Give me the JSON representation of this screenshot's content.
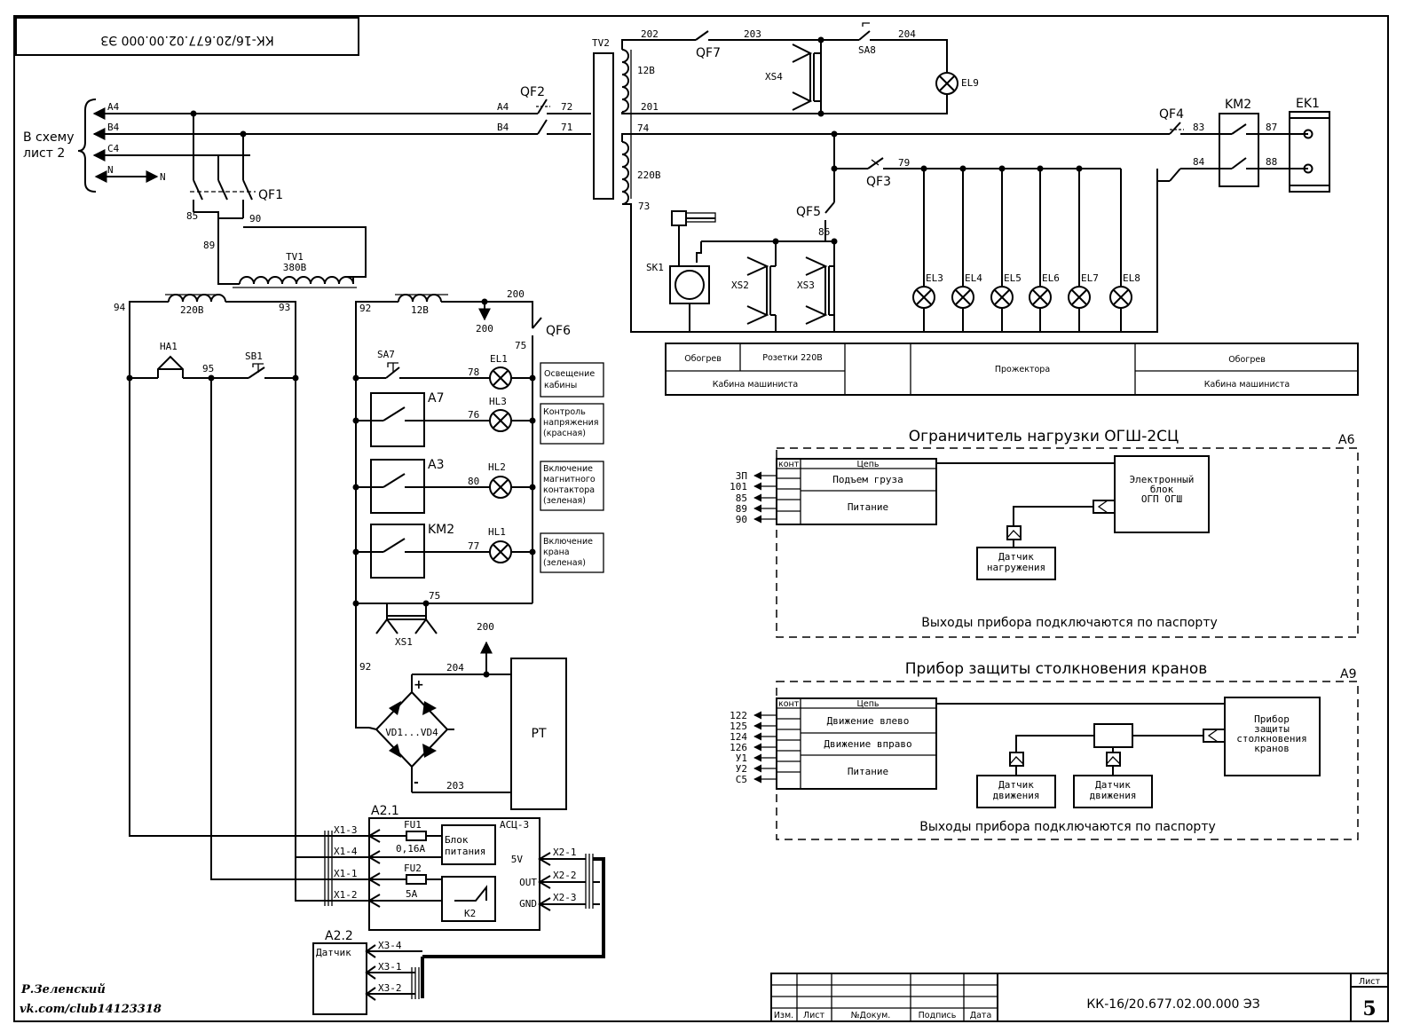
{
  "sheet": {
    "code": "КК-16/20.677.02.00.000 ЭЗ",
    "code_rotated": "КК-16/20.677.02.00.000 ЭЗ",
    "sheet_label": "Лист",
    "sheet_number": "5",
    "title_block": [
      "Изм.",
      "Лист",
      "№Докум.",
      "Подпись",
      "Дата"
    ],
    "author": "Р.Зеленский",
    "author_link": "vk.com/club14123318"
  },
  "left_bus": {
    "to_scheme": [
      "В схему",
      "лист 2"
    ],
    "wires": [
      "А4",
      "В4",
      "С4",
      "N"
    ],
    "wire_n_right": "N"
  },
  "components": {
    "QF1": "QF1",
    "QF2": "QF2",
    "QF3": "QF3",
    "QF4": "QF4",
    "QF5": "QF5",
    "QF6": "QF6",
    "QF7": "QF7",
    "TV1": "TV1",
    "TV1_v": "380В",
    "TV2": "TV2",
    "TV2_12": "12В",
    "TV2_220": "220В",
    "T220": "220В",
    "T12": "12В",
    "HA1": "HA1",
    "SB1": "SB1",
    "SA7": "SA7",
    "SA8": "SA8",
    "EL1": "EL1",
    "HL3": "HL3",
    "HL2": "HL2",
    "HL1": "HL1",
    "EL9": "EL9",
    "A7": "A7",
    "A3": "A3",
    "KM2": "KM2",
    "KM2_top": "KM2",
    "EK1": "EK1",
    "XS1": "XS1",
    "XS2": "XS2",
    "XS3": "XS3",
    "XS4": "XS4",
    "SK1": "SK1",
    "VD": "VD1...VD4",
    "PT": "PT",
    "EL3": "EL3",
    "EL4": "EL4",
    "EL5": "EL5",
    "EL6": "EL6",
    "EL7": "EL7",
    "EL8": "EL8",
    "plus": "+",
    "minus": "-"
  },
  "wire_numbers": {
    "w202": "202",
    "w203": "203",
    "w204": "204",
    "w201": "201",
    "w72": "72",
    "w71": "71",
    "a4": "А4",
    "b4": "В4",
    "w74": "74",
    "w73": "73",
    "w79": "79",
    "w86": "86",
    "w83": "83",
    "w84": "84",
    "w87": "87",
    "w88": "88",
    "w85": "85",
    "w90": "90",
    "w89": "89",
    "w94": "94",
    "w93": "93",
    "w92": "92",
    "w200": "200",
    "w200b": "200",
    "w75": "75",
    "w95": "95",
    "w78": "78",
    "w76": "76",
    "w80": "80",
    "w77": "77",
    "w75b": "75",
    "w92b": "92",
    "w204b": "204",
    "w203b": "203",
    "w200c": "200"
  },
  "lamp_notes": {
    "el1": [
      "Освещение",
      "кабины"
    ],
    "hl3": [
      "Контроль",
      "напряжения",
      "(красная)"
    ],
    "hl2": [
      "Включение",
      "магнитного",
      "контактора",
      "(зеленая)"
    ],
    "hl1": [
      "Включение",
      "крана",
      "(зеленая)"
    ]
  },
  "legend_table": {
    "heat1": "Обогрев",
    "sockets": "Розетки 220В",
    "cabin1": "Кабина машиниста",
    "spot": "Прожектора",
    "heat2": "Обогрев",
    "cabin2": "Кабина машиниста"
  },
  "asc": {
    "A21": "A2.1",
    "name": "АСЦ-3",
    "FU1": "FU1",
    "FU1_v": "0,16А",
    "FU2": "FU2",
    "FU2_v": "5А",
    "psu": [
      "Блок",
      "питания"
    ],
    "K2": "К2",
    "x1": [
      "X1-3",
      "X1-4",
      "X1-1",
      "X1-2"
    ],
    "pins": [
      "5V",
      "OUT",
      "GND"
    ],
    "x2": [
      "X2-1",
      "X2-2",
      "X2-3"
    ],
    "A22": "A2.2",
    "sensor": "Датчик",
    "x3": [
      "X3-4",
      "X3-1",
      "X3-2"
    ]
  },
  "a6": {
    "title": "Ограничитель нагрузки ОГШ-2СЦ",
    "tag": "A6",
    "col_cont": "конт",
    "col_chain": "Цепь",
    "rows": [
      "Подъем груза",
      "Питание"
    ],
    "pins": [
      "3П",
      "101",
      "85",
      "89",
      "90"
    ],
    "unit": [
      "Электронный",
      "блок",
      "ОГП   ОГШ"
    ],
    "sensor": [
      "Датчик",
      "нагружения"
    ],
    "note": "Выходы прибора подключаются по паспорту"
  },
  "a9": {
    "title": "Прибор защиты столкновения кранов",
    "tag": "A9",
    "col_cont": "конт",
    "col_chain": "Цепь",
    "rows": [
      "Движение влево",
      "Движение вправо",
      "Питание"
    ],
    "pins": [
      "122",
      "125",
      "124",
      "126",
      "У1",
      "У2",
      "С5"
    ],
    "unit": [
      "Прибор",
      "защиты",
      "столкновения",
      "кранов"
    ],
    "sensor1": [
      "Датчик",
      "движения"
    ],
    "sensor2": [
      "Датчик",
      "движения"
    ],
    "note": "Выходы прибора подключаются по паспорту"
  }
}
